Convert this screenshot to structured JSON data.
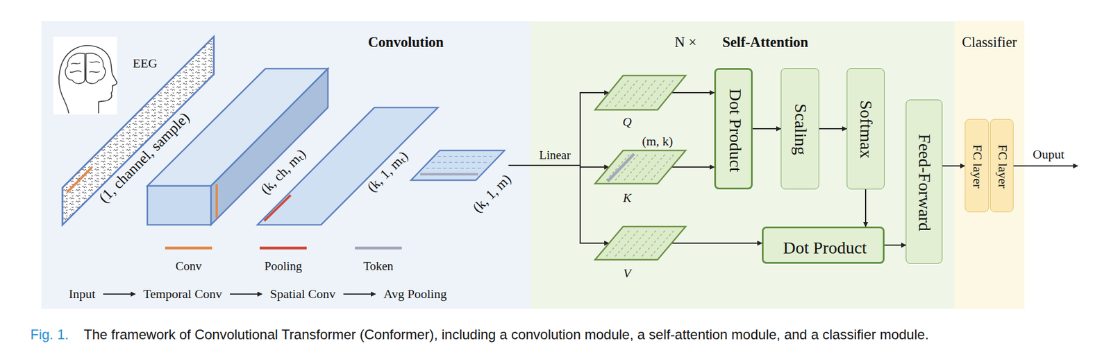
{
  "diagram": {
    "caption": "The framework of Convolutional Transformer (Conformer), including a convolution module, a self-attention module, and a classifier module.",
    "nodes": [
      {
        "text": [
          "Convolution"
        ]
      },
      {
        "text": [
          "N ×",
          "Self-Attention"
        ]
      },
      {
        "text": [
          "Classifier"
        ]
      },
      {
        "text": [
          "(k, 1, m)"
        ],
        "in": 0
      },
      {
        "text": [
          "Q"
        ],
        "in": 1
      },
      {
        "text": [
          "K"
        ],
        "in": 1
      },
      {
        "text": [
          "V"
        ],
        "in": 1
      },
      {
        "text": [
          "Dot Product"
        ],
        "in": 1
      },
      {
        "text": [
          "Scaling"
        ],
        "in": 1
      },
      {
        "text": [
          "Softmax"
        ],
        "in": 1
      },
      {
        "text": [
          "Dot Product"
        ],
        "in": 1
      },
      {
        "text": [
          "Feed-Forward"
        ],
        "in": 1
      },
      {
        "text": [
          "FC layer"
        ],
        "in": 2
      },
      {
        "text": [
          "FC layer"
        ],
        "in": 2
      }
    ],
    "edges": [
      {
        "from": 3,
        "to": 4,
        "arrow": "to",
        "label": "Linear"
      },
      {
        "from": 3,
        "to": 5,
        "arrow": "to"
      },
      {
        "from": 3,
        "to": 6,
        "arrow": "to"
      },
      {
        "from": 4,
        "to": 7,
        "arrow": "to"
      },
      {
        "from": 5,
        "to": 7,
        "arrow": "to"
      },
      {
        "from": 7,
        "to": 8,
        "arrow": "to"
      },
      {
        "from": 8,
        "to": 9,
        "arrow": "to"
      },
      {
        "from": 9,
        "to": 10,
        "arrow": "to"
      },
      {
        "from": 6,
        "to": 10,
        "arrow": "to"
      },
      {
        "from": 10,
        "to": 11,
        "arrow": "to"
      },
      {
        "from": 11,
        "to": 12,
        "arrow": "to"
      }
    ],
    "labels": [
      "EEG",
      "(1, channel, sample)",
      "(k, ch, mₜ)",
      "(k, 1, mₜ)",
      "Input",
      "Temporal Conv",
      "Spatial Conv",
      "Avg Pooling",
      "(m, k)",
      "Ouput",
      "Fig. 1."
    ],
    "legend": [
      {
        "text": "Conv",
        "color": "#e08a4c"
      },
      {
        "text": "Pooling",
        "color": "#cf4a3a"
      },
      {
        "text": "Token",
        "color": "#a3a7bb"
      }
    ]
  }
}
